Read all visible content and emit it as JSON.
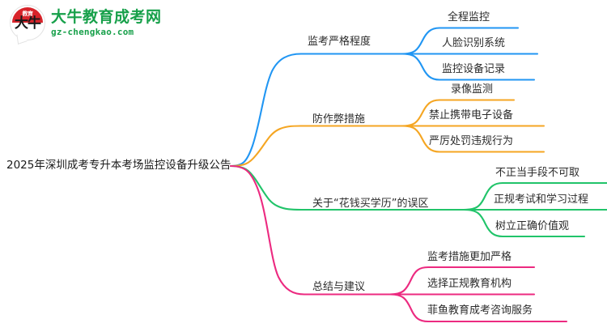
{
  "logo": {
    "mark_char": "大牛",
    "cap_char": "教育",
    "title": "大牛教育成考网",
    "domain": "gz-chengkao.com",
    "brand_color": "#17a04a",
    "cap_color": "#d8232a"
  },
  "mindmap": {
    "root": {
      "label": "2025年深圳成考专升本考场监控设备升级公告"
    },
    "branches": [
      {
        "label": "监考严格程度",
        "color": "#2196f3",
        "leaves": [
          {
            "label": "全程监控"
          },
          {
            "label": "人脸识别系统"
          },
          {
            "label": "监控设备记录"
          }
        ]
      },
      {
        "label": "防作弊措施",
        "color": "#f5a623",
        "leaves": [
          {
            "label": "录像监测"
          },
          {
            "label": "禁止携带电子设备"
          },
          {
            "label": "严厉处罚违规行为"
          }
        ]
      },
      {
        "label": "关于“花钱买学历”的误区",
        "color": "#21c46a",
        "leaves": [
          {
            "label": "不正当手段不可取"
          },
          {
            "label": "正规考试和学习过程"
          },
          {
            "label": "树立正确价值观"
          }
        ]
      },
      {
        "label": "总结与建议",
        "color": "#ec2a80",
        "leaves": [
          {
            "label": "监考措施更加严格"
          },
          {
            "label": "选择正规教育机构"
          },
          {
            "label": "菲鱼教育成考咨询服务"
          }
        ]
      }
    ]
  }
}
